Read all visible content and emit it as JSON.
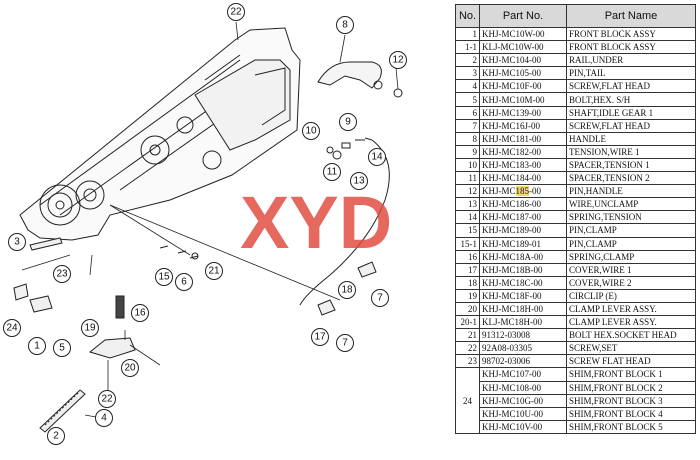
{
  "table": {
    "headers": [
      "No.",
      "Part No.",
      "Part Name"
    ],
    "rows": [
      {
        "no": "1",
        "part_no": "KHJ-MC10W-00",
        "name": "FRONT BLOCK ASSY"
      },
      {
        "no": "1-1",
        "part_no": "KLJ-MC10W-00",
        "name": "FRONT BLOCK ASSY"
      },
      {
        "no": "2",
        "part_no": "KHJ-MC104-00",
        "name": "RAIL,UNDER"
      },
      {
        "no": "3",
        "part_no": "KHJ-MC105-00",
        "name": "PIN,TAIL"
      },
      {
        "no": "4",
        "part_no": "KHJ-MC10F-00",
        "name": "SCREW,FLAT HEAD"
      },
      {
        "no": "5",
        "part_no": "KHJ-MC10M-00",
        "name": "BOLT,HEX. S/H"
      },
      {
        "no": "6",
        "part_no": "KHJ-MC139-00",
        "name": "SHAFT,IDLE GEAR 1"
      },
      {
        "no": "7",
        "part_no": "KHJ-MC16J-00",
        "name": "SCREW,FLAT HEAD"
      },
      {
        "no": "8",
        "part_no": "KHJ-MC181-00",
        "name": "HANDLE"
      },
      {
        "no": "9",
        "part_no": "KHJ-MC182-00",
        "name": "TENSION,WIRE 1"
      },
      {
        "no": "10",
        "part_no": "KHJ-MC183-00",
        "name": "SPACER,TENSION 1"
      },
      {
        "no": "11",
        "part_no": "KHJ-MC184-00",
        "name": "SPACER,TENSION 2"
      },
      {
        "no": "12",
        "part_no_pre": "KHJ-MC",
        "part_no_hl": "185",
        "part_no_post": "-00",
        "name": "PIN,HANDLE"
      },
      {
        "no": "13",
        "part_no": "KHJ-MC186-00",
        "name": "WIRE,UNCLAMP"
      },
      {
        "no": "14",
        "part_no": "KHJ-MC187-00",
        "name": "SPRING,TENSION"
      },
      {
        "no": "15",
        "part_no": "KHJ-MC189-00",
        "name": "PIN,CLAMP"
      },
      {
        "no": "15-1",
        "part_no": "KHJ-MC189-01",
        "name": "PIN,CLAMP"
      },
      {
        "no": "16",
        "part_no": "KHJ-MC18A-00",
        "name": "SPRING,CLAMP"
      },
      {
        "no": "17",
        "part_no": "KHJ-MC18B-00",
        "name": "COVER,WIRE 1"
      },
      {
        "no": "18",
        "part_no": "KHJ-MC18C-00",
        "name": "COVER,WIRE 2"
      },
      {
        "no": "19",
        "part_no": "KHJ-MC18F-00",
        "name": "CIRCLIP (E)"
      },
      {
        "no": "20",
        "part_no": "KHJ-MC18H-00",
        "name": "CLAMP LEVER ASSY."
      },
      {
        "no": "20-1",
        "part_no": "KLJ-MC18H-00",
        "name": "CLAMP LEVER ASSY."
      },
      {
        "no": "21",
        "part_no": "91312-03008",
        "name": "BOLT HEX.SOCKET HEAD"
      },
      {
        "no": "22",
        "part_no": "92A08-03305",
        "name": "SCREW,SET"
      },
      {
        "no": "23",
        "part_no": "98702-03006",
        "name": "SCREW FLAT HEAD"
      }
    ],
    "group24": {
      "no": "24",
      "items": [
        {
          "part_no": "KHJ-MC107-00",
          "name": "SHIM,FRONT BLOCK 1"
        },
        {
          "part_no": "KHJ-MC108-00",
          "name": "SHIM,FRONT BLOCK 2"
        },
        {
          "part_no": "KHJ-MC10G-00",
          "name": "SHIM,FRONT BLOCK 3"
        },
        {
          "part_no": "KHJ-MC10U-00",
          "name": "SHIM,FRONT BLOCK 4"
        },
        {
          "part_no": "KHJ-MC10V-00",
          "name": "SHIM,FRONT BLOCK 5"
        }
      ]
    }
  },
  "callouts": [
    "22",
    "8",
    "12",
    "10",
    "9",
    "11",
    "14",
    "13",
    "3",
    "23",
    "15",
    "6",
    "21",
    "18",
    "7",
    "24",
    "1",
    "5",
    "16",
    "19",
    "17",
    "7",
    "20",
    "22",
    "2",
    "4"
  ],
  "watermark": "XYD",
  "colors": {
    "watermark": "#e0483c",
    "highlight": "#f5d76e",
    "header_bg": "#d9d9d9"
  }
}
